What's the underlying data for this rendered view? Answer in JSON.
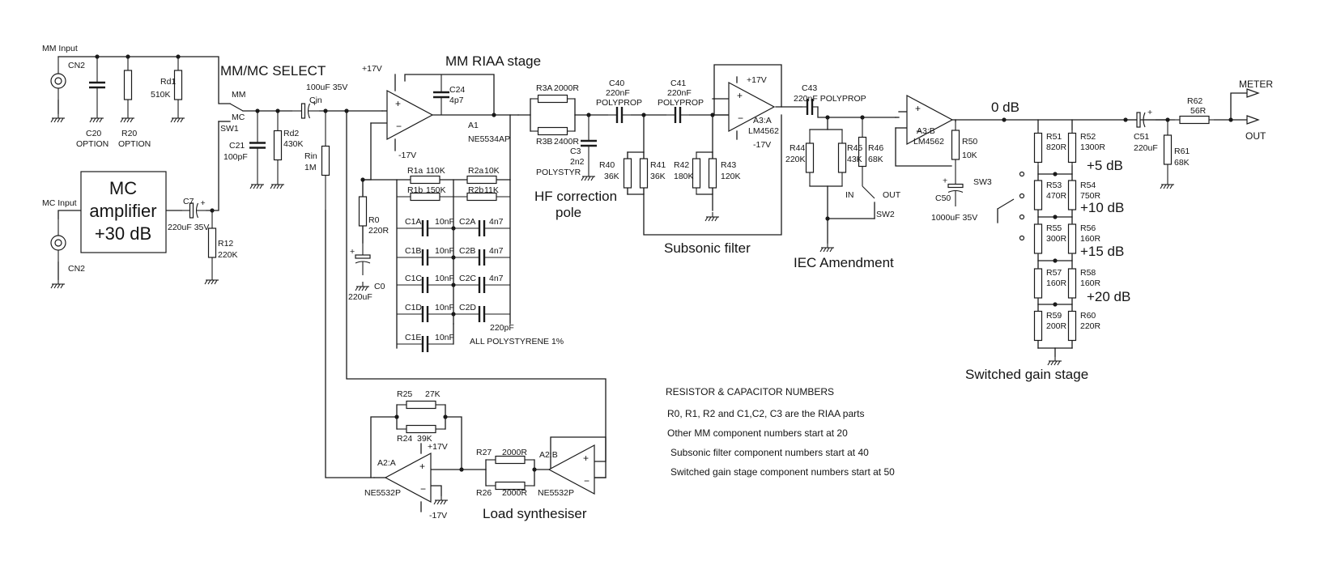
{
  "titles": {
    "mm_input": "MM Input",
    "mc_input": "MC Input",
    "mm_mc_select": "MM/MC SELECT",
    "mm_riaa_stage": "MM RIAA stage",
    "hf_correction_1": "HF correction",
    "hf_correction_2": "pole",
    "subsonic_filter": "Subsonic filter",
    "iec_amendment": "IEC Amendment",
    "switched_gain_stage": "Switched gain stage",
    "load_synthesiser": "Load synthesiser",
    "mc_amp_line1": "MC",
    "mc_amp_line2": "amplifier",
    "mc_amp_line3": "+30 dB",
    "meter": "METER",
    "out": "OUT",
    "all_polystyrene": "ALL POLYSTYRENE 1%"
  },
  "labels": {
    "cn2_top": "CN2",
    "cn2_bot": "CN2",
    "c20": "C20",
    "c20_note": "OPTION",
    "r20": "R20",
    "r20_note": "OPTION",
    "rd1": "Rd1",
    "rd1_v": "510K",
    "mm": "MM",
    "mc": "MC",
    "sw1": "SW1",
    "c21": "C21",
    "c21_v": "100pF",
    "rd2": "Rd2",
    "rd2_v": "430K",
    "cin_v": "100uF 35V",
    "cin": "Cin",
    "rin": "Rin",
    "rin_v": "1M",
    "c7": "C7",
    "c7_v": "220uF 35V",
    "r12": "R12",
    "r12_v": "220K",
    "p17_a1": "+17V",
    "m17_a1": "-17V",
    "a1": "A1",
    "a1_type": "NE5534AP",
    "c24": "C24",
    "c24_v": "4p7",
    "r0": "R0",
    "r0_v": "220R",
    "c0": "C0",
    "c0_v": "220uF",
    "r1a": "R1a",
    "r1a_v": "110K",
    "r2a": "R2a",
    "r2a_v": "10K",
    "r1b": "R1b",
    "r1b_v": "150K",
    "r2b": "R2b",
    "r2b_v": "11K",
    "c1a": "C1A",
    "c1a_v": "10nF",
    "c2a": "C2A",
    "c2a_v": "4n7",
    "c1b": "C1B",
    "c1b_v": "10nF",
    "c2b": "C2B",
    "c2b_v": "4n7",
    "c1c": "C1C",
    "c1c_v": "10nF",
    "c2c": "C2C",
    "c2c_v": "4n7",
    "c1d": "C1D",
    "c1d_v": "10nF",
    "c2d": "C2D",
    "c2d_v": "220pF",
    "c1e": "C1E",
    "c1e_v": "10nF",
    "r3a": "R3A",
    "r3a_v": "2000R",
    "r3b": "R3B",
    "r3b_v": "2400R",
    "c3": "C3",
    "c3_v": "2n2",
    "c3_type": "POLYSTYR",
    "c40": "C40",
    "c40_v": "220nF",
    "c40_type": "POLYPROP",
    "c41": "C41",
    "c41_v": "220nF",
    "c41_type": "POLYPROP",
    "r40": "R40",
    "r40_v": "36K",
    "r41": "R41",
    "r41_v": "36K",
    "r42": "R42",
    "r42_v": "180K",
    "r43": "R43",
    "r43_v": "120K",
    "p17_a3": "+17V",
    "m17_a3": "-17V",
    "a3a": "A3:A",
    "a3a_type": "LM4562",
    "c43": "C43",
    "c43_v": "220nF POLYPROP",
    "r44": "R44",
    "r44_v": "220K",
    "r45": "R45",
    "r45_v": "43K",
    "r46": "R46",
    "r46_v": "68K",
    "in": "IN",
    "outsw": "OUT",
    "sw2": "SW2",
    "a3b": "A3:B",
    "a3b_type": "LM4562",
    "r50": "R50",
    "r50_v": "10K",
    "c50": "C50",
    "c50_v": "1000uF 35V",
    "sw3": "SW3",
    "zero_db": "0 dB",
    "p5db": "+5 dB",
    "p10db": "+10 dB",
    "p15db": "+15 dB",
    "p20db": "+20 dB",
    "r51": "R51",
    "r51_v": "820R",
    "r52": "R52",
    "r52_v": "1300R",
    "r53": "R53",
    "r53_v": "470R",
    "r54": "R54",
    "r54_v": "750R",
    "r55": "R55",
    "r55_v": "300R",
    "r56": "R56",
    "r56_v": "160R",
    "r57": "R57",
    "r57_v": "160R",
    "r58": "R58",
    "r58_v": "160R",
    "r59": "R59",
    "r59_v": "200R",
    "r60": "R60",
    "r60_v": "220R",
    "c51": "C51",
    "c51_v": "220uF",
    "r61": "R61",
    "r61_v": "68K",
    "r62": "R62",
    "r62_v": "56R",
    "r25": "R25",
    "r25_v": "27K",
    "r24": "R24",
    "r24_v": "39K",
    "p17_a2": "+17V",
    "m17_a2": "-17V",
    "a2a": "A2:A",
    "a2a_type": "NE5532P",
    "r27": "R27",
    "r27_v": "2000R",
    "r26": "R26",
    "r26_v": "2000R",
    "a2b": "A2:B",
    "a2b_type": "NE5532P"
  },
  "notes": {
    "heading": "RESISTOR & CAPACITOR NUMBERS",
    "lines": [
      "R0, R1, R2 and C1,C2, C3 are the RIAA parts",
      "Other MM component numbers start at 20",
      "Subsonic filter component numbers start at 40",
      "Switched gain stage component numbers start at 50"
    ]
  }
}
